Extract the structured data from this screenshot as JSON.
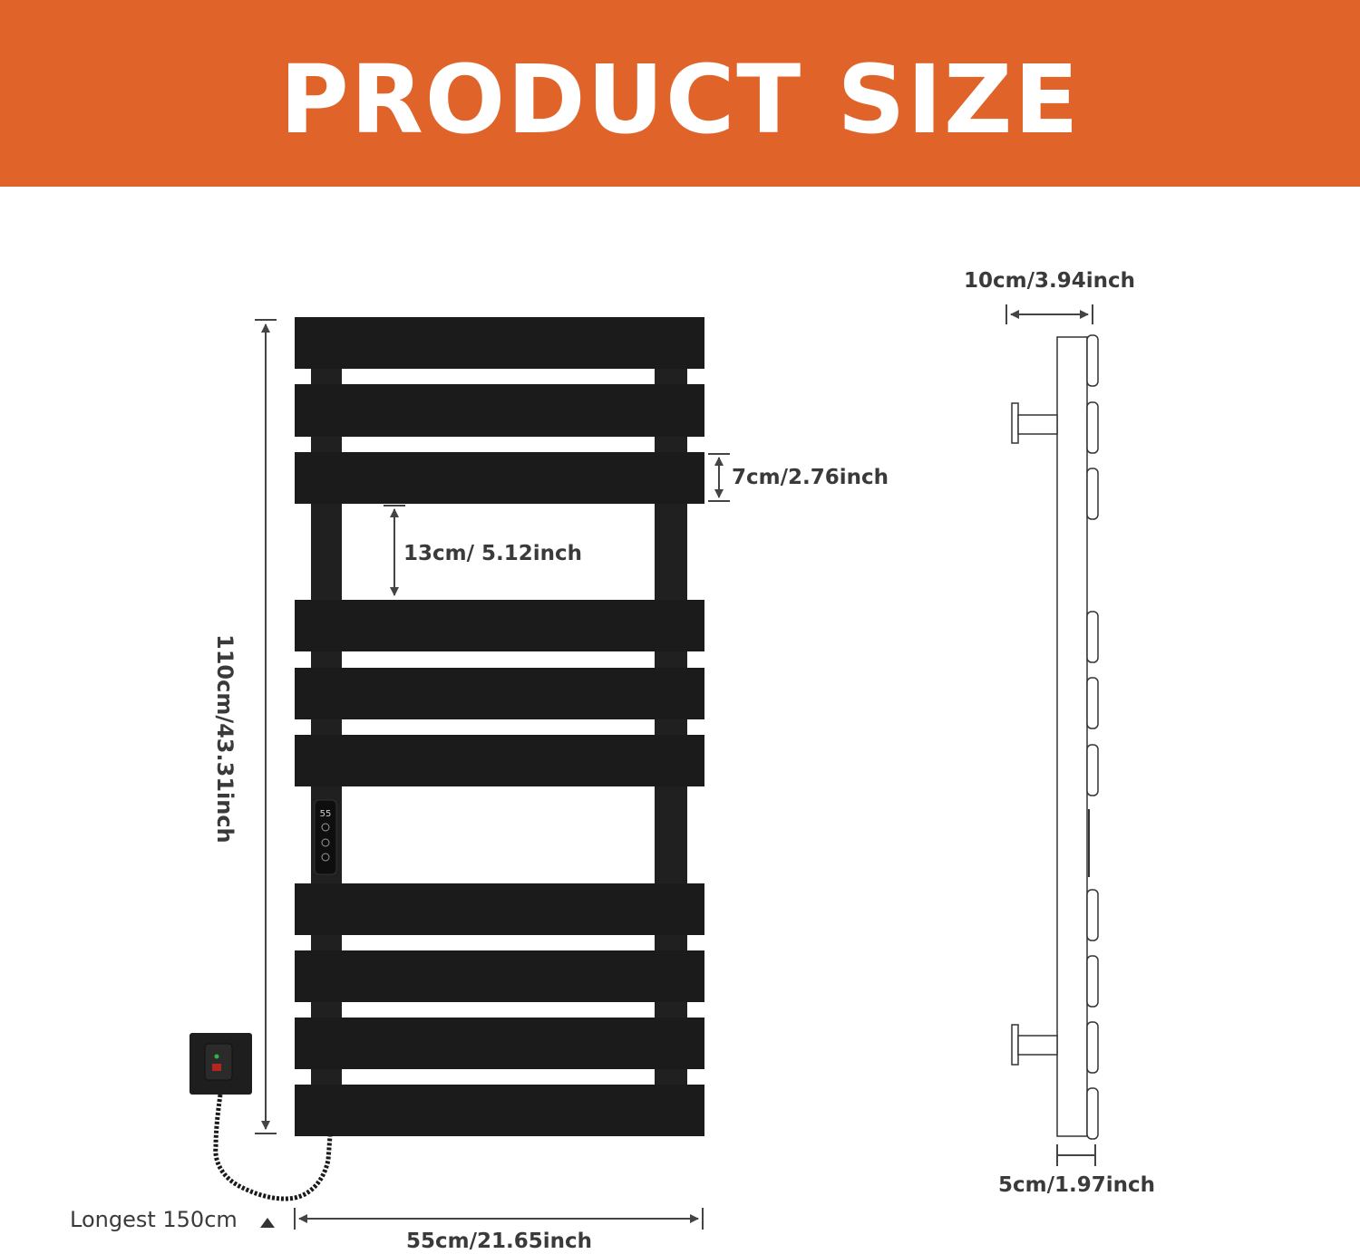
{
  "header": {
    "title": "PRODUCT SIZE",
    "background_color": "#e0632a",
    "text_color": "#ffffff"
  },
  "product": {
    "rail_color": "#1c1c1c",
    "control_panel": {
      "display_value": "55"
    }
  },
  "dimensions": {
    "height": "110cm/43.31inch",
    "width": "55cm/21.65inch",
    "bar_height": "7cm/2.76inch",
    "bar_gap": "13cm/ 5.12inch",
    "depth": "10cm/3.94inch",
    "frame_depth": "5cm/1.97inch",
    "cable_length": "Longest 150cm"
  }
}
